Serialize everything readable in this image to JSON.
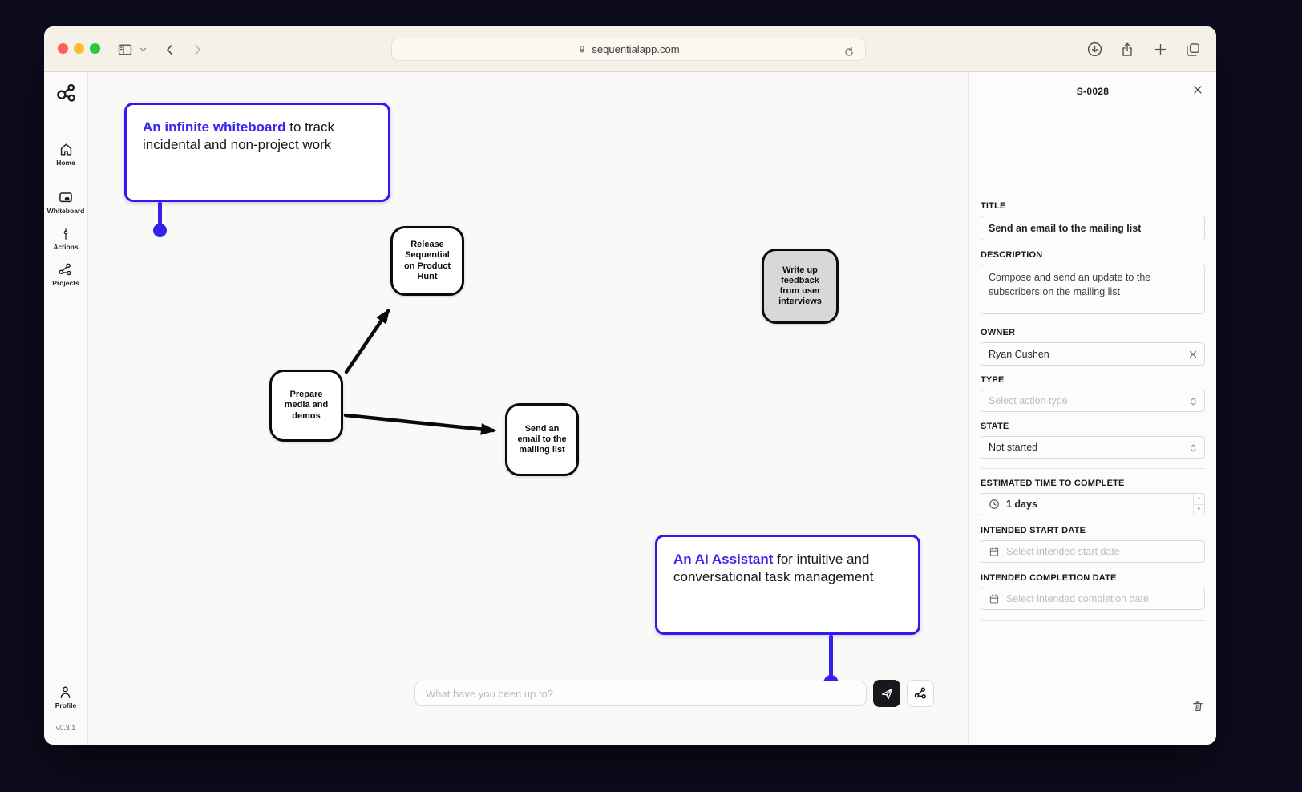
{
  "browser": {
    "url": "sequentialapp.com",
    "traffic_lights": {
      "close": "#ff5f57",
      "minimize": "#febc2e",
      "zoom": "#28c840"
    }
  },
  "sidebar": {
    "items": [
      {
        "label": "Home",
        "icon": "home-icon"
      },
      {
        "label": "Whiteboard",
        "icon": "whiteboard-icon"
      },
      {
        "label": "Actions",
        "icon": "actions-icon"
      },
      {
        "label": "Projects",
        "icon": "projects-icon"
      }
    ],
    "profile_label": "Profile",
    "version": "v0.3.1"
  },
  "canvas": {
    "callouts": [
      {
        "highlight": "An infinite whiteboard",
        "rest": " to track incidental and non-project work"
      },
      {
        "highlight": "An AI Assistant",
        "rest": " for intuitive and conversational task management"
      }
    ],
    "nodes": [
      {
        "label": "Release Sequential on Product Hunt",
        "variant": "white"
      },
      {
        "label": "Prepare media and demos",
        "variant": "white"
      },
      {
        "label": "Send an email to the mailing list",
        "variant": "white"
      },
      {
        "label": "Write up feedback from user interviews",
        "variant": "gray"
      }
    ],
    "edges": [
      {
        "from": "Prepare media and demos",
        "to": "Release Sequential on Product Hunt"
      },
      {
        "from": "Prepare media and demos",
        "to": "Send an email to the mailing list"
      }
    ],
    "chat": {
      "placeholder": "What have you been up to?"
    }
  },
  "panel": {
    "id": "S-0028",
    "fields": {
      "title": {
        "label": "TITLE",
        "value": "Send an email to the mailing list"
      },
      "description": {
        "label": "DESCRIPTION",
        "value": "Compose and send an update to the subscribers on the mailing list"
      },
      "owner": {
        "label": "OWNER",
        "value": "Ryan Cushen"
      },
      "type": {
        "label": "TYPE",
        "placeholder": "Select action type"
      },
      "state": {
        "label": "STATE",
        "value": "Not started"
      },
      "estimate": {
        "label": "ESTIMATED TIME TO COMPLETE",
        "value": "1 days"
      },
      "start_date": {
        "label": "INTENDED START DATE",
        "placeholder": "Select intended start date"
      },
      "completion_date": {
        "label": "INTENDED COMPLETION DATE",
        "placeholder": "Select intended completion date"
      }
    }
  },
  "icons": [
    "network-logo-icon",
    "home-icon",
    "whiteboard-icon",
    "actions-icon",
    "projects-icon",
    "profile-icon",
    "sidebar-toggle-icon",
    "chevron-down-icon",
    "back-icon",
    "forward-icon",
    "lock-icon",
    "refresh-icon",
    "download-icon",
    "share-icon",
    "new-tab-icon",
    "tabs-icon",
    "close-icon",
    "clear-owner-icon",
    "select-chevrons-icon",
    "clock-icon",
    "calendar-icon",
    "trash-icon",
    "send-icon",
    "assistant-nodes-icon"
  ],
  "colors": {
    "accent_blue": "#3420f0",
    "node_gray": "#d8d8d8",
    "send_button": "#17181d",
    "chrome": "#f6f1e8",
    "canvas": "#f9f9f7",
    "page_background": "#0d0c1e"
  }
}
